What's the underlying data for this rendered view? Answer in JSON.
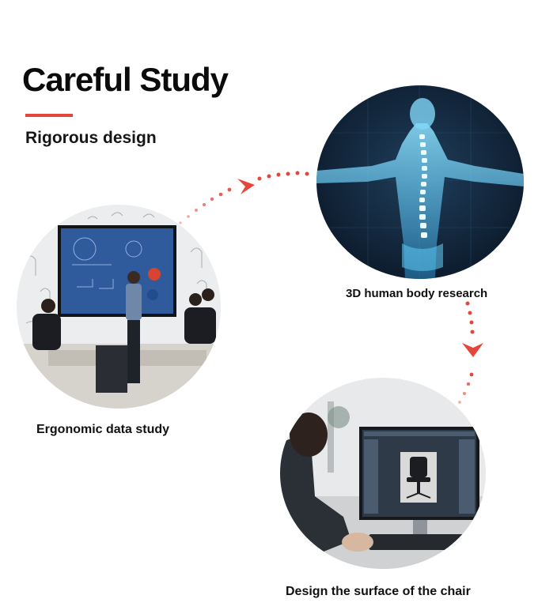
{
  "header": {
    "title": "Careful Study",
    "subtitle": "Rigorous design",
    "accent_color": "#e4473a"
  },
  "steps": [
    {
      "caption": "3D human body research"
    },
    {
      "caption": "Ergonomic data study"
    },
    {
      "caption": "Design the surface of the chair"
    }
  ],
  "connector": {
    "color": "#e4473a"
  }
}
